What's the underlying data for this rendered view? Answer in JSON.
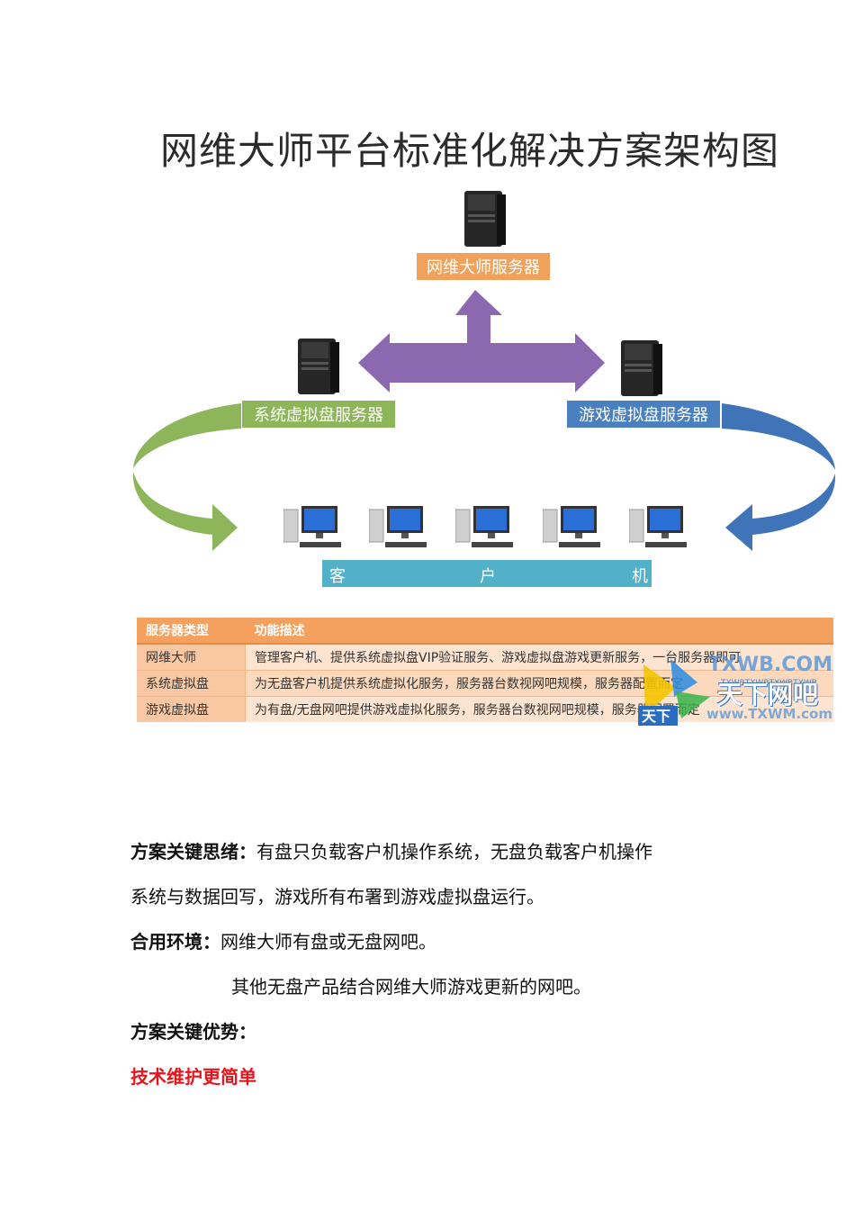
{
  "diagram": {
    "title": "网维大师平台标准化解决方案架构图",
    "main_server_label": "网维大师服务器",
    "system_server_label": "系统虚拟盘服务器",
    "game_server_label": "游戏虚拟盘服务器",
    "client_label_1": "客",
    "client_label_2": "户",
    "client_label_3": "机",
    "colors": {
      "main": "#f0a25c",
      "system": "#8db55a",
      "game": "#4a7fc0",
      "client": "#50b1c8",
      "arrow": "#8b68b0"
    }
  },
  "table": {
    "headers": [
      "服务器类型",
      "功能描述"
    ],
    "rows": [
      {
        "type": "网维大师",
        "desc": "管理客户机、提供系统虚拟盘VIP验证服务、游戏虚拟盘游戏更新服务，一台服务器即可"
      },
      {
        "type": "系统虚拟盘",
        "desc": "为无盘客户机提供系统虚拟化服务，服务器台数视网吧规模，服务器配置而定"
      },
      {
        "type": "游戏虚拟盘",
        "desc": "为有盘/无盘网吧提供游戏虚拟化服务，服务器台数视网吧规模，服务器配置而定"
      }
    ]
  },
  "watermark": {
    "url": "TXWB.COM",
    "brand": "天下网吧",
    "strip": "TXWBTXWBTXWBTXWB",
    "site": "www.TXWM.com",
    "logo_text": "天下"
  },
  "body": {
    "key_idea_label": "方案关键思绪：",
    "key_idea_line1": "有盘只负载客户机操作系统，无盘负载客户机操作",
    "key_idea_line2": "系统与数据回写，游戏所有布署到游戏虚拟盘运行。",
    "env_label": "合用环境：",
    "env_line1": "网维大师有盘或无盘网吧。",
    "env_line2": "其他无盘产品结合网维大师游戏更新的网吧。",
    "advantage_label": "方案关键优势：",
    "advantage_item": "技术维护更简单"
  }
}
